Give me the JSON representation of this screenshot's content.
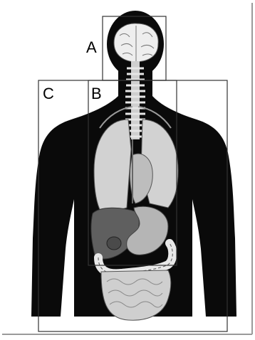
{
  "diagram": {
    "regions": [
      {
        "id": "A",
        "label": "A"
      },
      {
        "id": "B",
        "label": "B"
      },
      {
        "id": "C",
        "label": "C"
      }
    ],
    "colors": {
      "background": "#ffffff",
      "body_silhouette": "#0a0a0a",
      "box_stroke": "#333333",
      "lungs": "#d2d2d2",
      "liver": "#5f5f5f",
      "stomach": "#b5b5b5",
      "intestine": "#cfcfcf",
      "brain": "#eeeeee"
    }
  }
}
